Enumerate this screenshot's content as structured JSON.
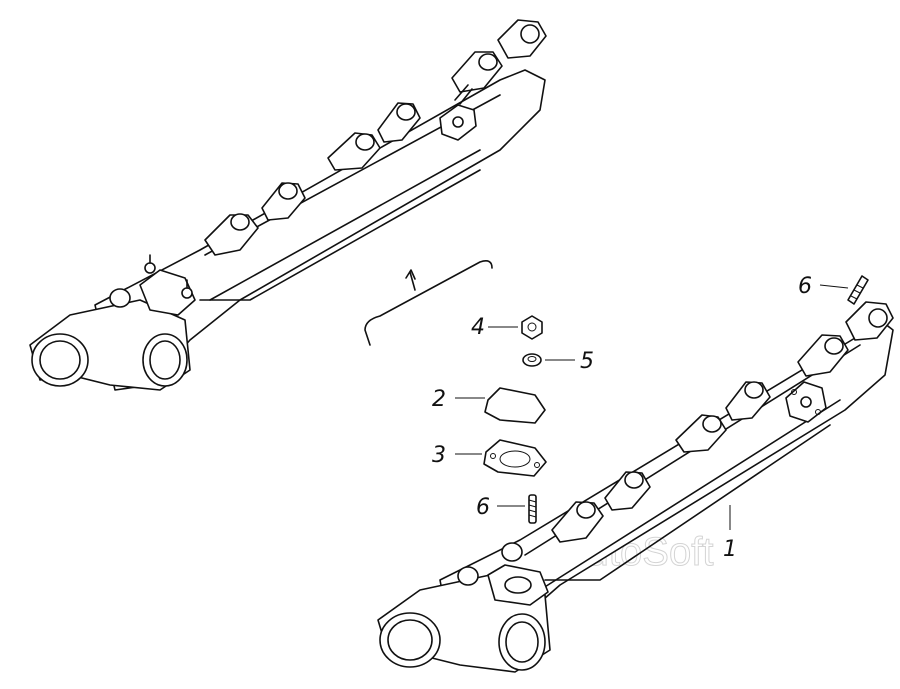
{
  "callouts": [
    {
      "id": "1",
      "label": "1"
    },
    {
      "id": "2",
      "label": "2"
    },
    {
      "id": "3",
      "label": "3"
    },
    {
      "id": "4",
      "label": "4"
    },
    {
      "id": "5",
      "label": "5"
    },
    {
      "id": "6a",
      "label": "6"
    },
    {
      "id": "6b",
      "label": "6"
    }
  ],
  "watermark": "AutoSoft",
  "colors": {
    "line": "#111111",
    "background": "#ffffff",
    "watermark": "#d4d4d4"
  }
}
